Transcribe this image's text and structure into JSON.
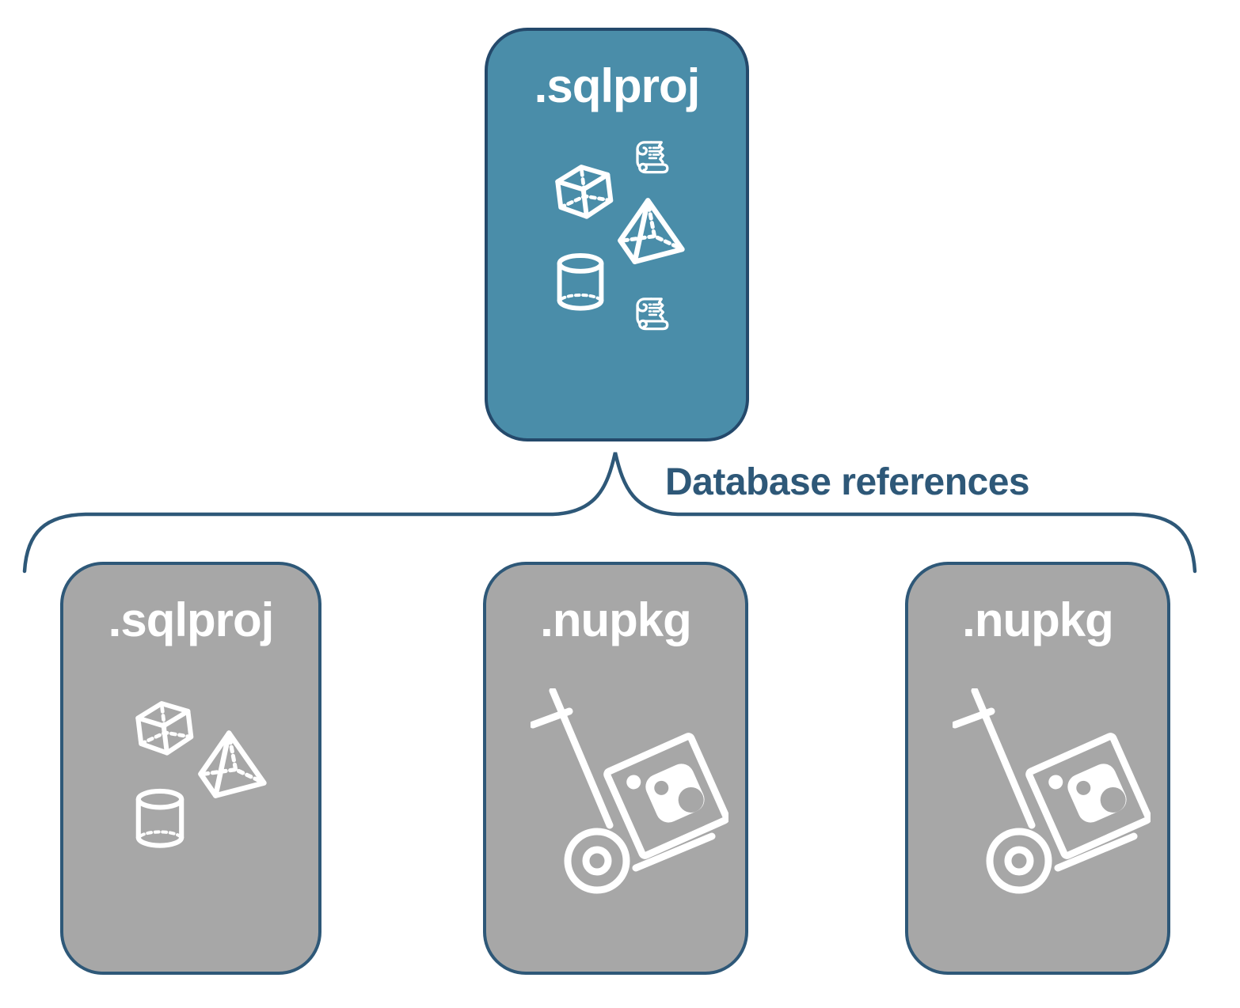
{
  "diagram": {
    "root": {
      "label": ".sqlproj",
      "fill": "#4A8DA9",
      "border": "#24496B",
      "text_color": "#FFFFFF",
      "icons": [
        "scroll-icon",
        "cube-icon",
        "pyramid-icon",
        "cylinder-icon",
        "scroll-icon"
      ]
    },
    "connector": {
      "label": "Database references",
      "style": "curly-brace",
      "color": "#2E5878"
    },
    "children": [
      {
        "label": ".sqlproj",
        "fill": "#A7A7A7",
        "border": "#2E5878",
        "text_color": "#FFFFFF",
        "icons": [
          "cube-icon",
          "pyramid-icon",
          "cylinder-icon"
        ]
      },
      {
        "label": ".nupkg",
        "fill": "#A7A7A7",
        "border": "#2E5878",
        "text_color": "#FFFFFF",
        "icons": [
          "hand-truck-package-icon"
        ]
      },
      {
        "label": ".nupkg",
        "fill": "#A7A7A7",
        "border": "#2E5878",
        "text_color": "#FFFFFF",
        "icons": [
          "hand-truck-package-icon"
        ]
      }
    ]
  },
  "colors": {
    "teal": "#4A8DA9",
    "teal_border": "#24496B",
    "gray": "#A7A7A7",
    "ink": "#2E5878",
    "white": "#FFFFFF",
    "background": "#FFFFFF"
  }
}
